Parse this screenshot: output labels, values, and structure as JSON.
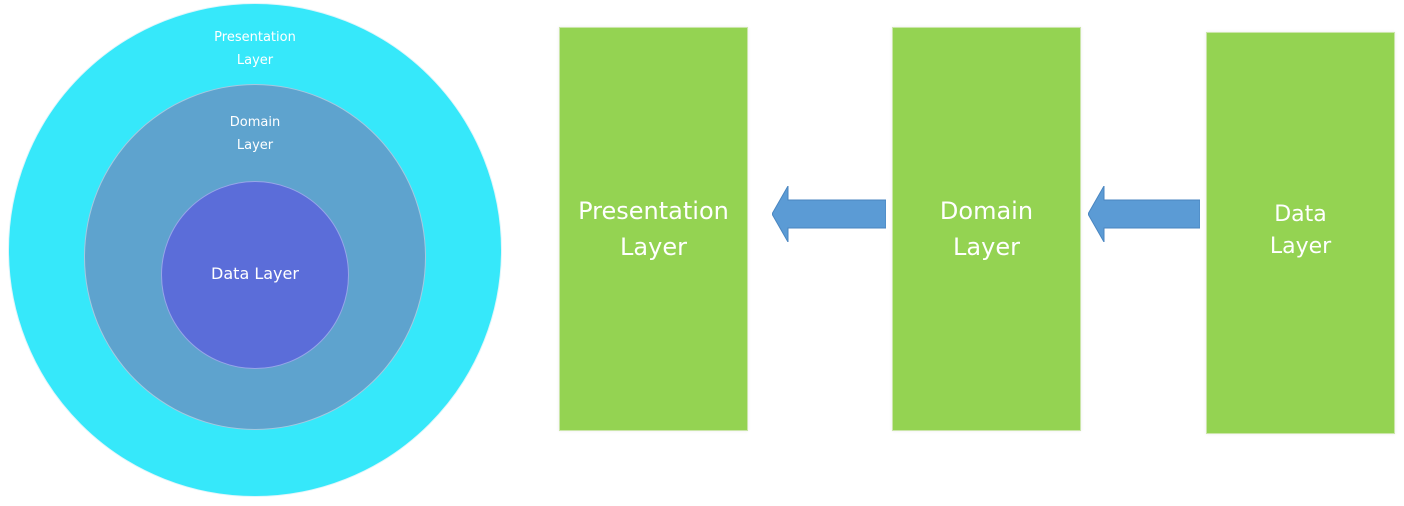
{
  "colors": {
    "outer_ring": "#36e8fa",
    "middle_ring": "#5ea3ce",
    "inner_ring": "#5b6dd9",
    "layer_block": "#94d352",
    "arrow": "#5b9bd5",
    "text": "#ffffff"
  },
  "onion": {
    "outer": {
      "line1": "Presentation",
      "line2": "Layer"
    },
    "middle": {
      "line1": "Domain",
      "line2": "Layer"
    },
    "inner": {
      "label": "Data Layer"
    }
  },
  "layers": {
    "presentation": {
      "line1": "Presentation",
      "line2": "Layer"
    },
    "domain": {
      "line1": "Domain",
      "line2": "Layer"
    },
    "data": {
      "line1": "Data",
      "line2": "Layer"
    }
  },
  "arrows": {
    "direction": "left",
    "icon": "arrow-left-icon"
  }
}
